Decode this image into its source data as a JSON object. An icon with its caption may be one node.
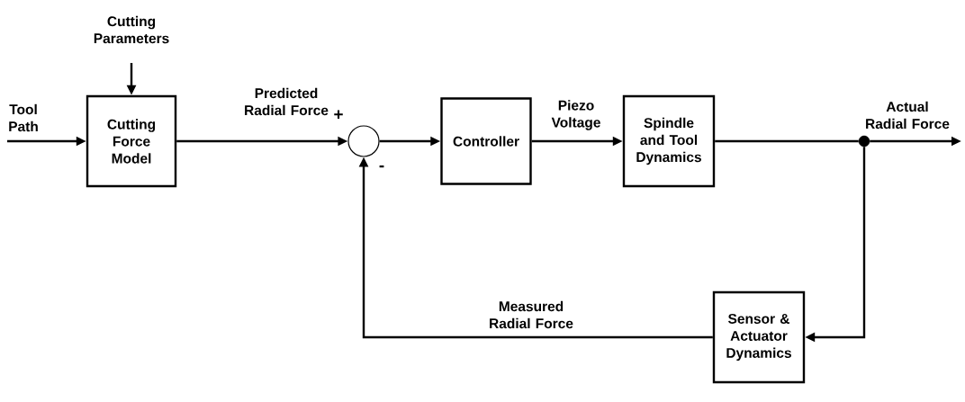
{
  "diagram": {
    "nodes": [
      {
        "text": [
          "Cutting Force Model"
        ]
      },
      {
        "text": [],
        "shape": "circle"
      },
      {
        "text": [
          "Controller"
        ]
      },
      {
        "text": [
          "Spindle and Tool Dynamics"
        ]
      },
      {
        "text": [],
        "shape": "circle"
      },
      {
        "text": [
          "Sensor & Actuator Dynamics"
        ]
      }
    ],
    "edges": [
      {
        "from": null,
        "to": 0,
        "arrow": "to",
        "label": "Tool Path"
      },
      {
        "from": null,
        "to": 0,
        "arrow": "to",
        "label": "Cutting Parameters"
      },
      {
        "from": 0,
        "to": 1,
        "arrow": "to",
        "label": "Predicted Radial Force"
      },
      {
        "from": 1,
        "to": 2,
        "arrow": "to"
      },
      {
        "from": 2,
        "to": 3,
        "arrow": "to",
        "label": "Piezo Voltage"
      },
      {
        "from": 3,
        "to": 4,
        "arrow": "none"
      },
      {
        "from": 4,
        "to": null,
        "arrow": "to",
        "label": "Actual Radial Force"
      },
      {
        "from": 4,
        "to": 5,
        "arrow": "to"
      },
      {
        "from": 5,
        "to": 1,
        "arrow": "to",
        "label": "Measured Radial Force"
      }
    ],
    "labels": [
      "+",
      "-"
    ]
  }
}
